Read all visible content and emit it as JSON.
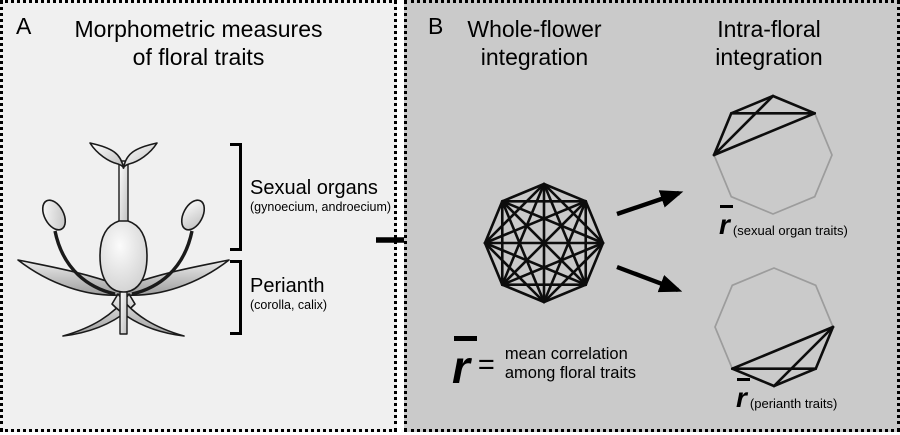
{
  "figure": {
    "colors": {
      "panel_a_bg": "#f0f0f0",
      "panel_b_bg": "#cacaca",
      "ink": "#0d0d0d",
      "gray_outline": "#9c9c9c"
    },
    "panel_a": {
      "label": "A",
      "title": "Morphometric measures\nof floral traits",
      "illustration": "stylized-flower",
      "brackets": {
        "sexual": {
          "label": "Sexual organs",
          "sublabel": "(gynoecium, androecium)"
        },
        "perianth": {
          "label": "Perianth",
          "sublabel": "(corolla, calix)"
        }
      }
    },
    "panel_b": {
      "label": "B",
      "headings": {
        "whole_flower": "Whole-flower\nintegration",
        "intra_floral": "Intra-floral\nintegration"
      },
      "equation": {
        "symbol": "r",
        "equals": "=",
        "definition": "mean correlation\namong floral traits"
      },
      "network_labels": {
        "sexual": {
          "symbol": "r",
          "subscript": "(sexual organ traits)"
        },
        "perianth": {
          "symbol": "r",
          "subscript": "(perianth traits)"
        }
      },
      "networks": [
        {
          "id": "whole",
          "nodes": 8,
          "type": "complete",
          "edge_color": "#0d0d0d",
          "edge_width": 2.6
        },
        {
          "id": "sexual",
          "nodes": 8,
          "type": "subset",
          "highlight": [
            6,
            7,
            0,
            1
          ],
          "outline_color": "#9c9c9c",
          "outline_width": 1.7,
          "edge_color": "#0d0d0d",
          "edge_width": 2.6
        },
        {
          "id": "perianth",
          "nodes": 8,
          "type": "subset",
          "highlight": [
            2,
            3,
            4,
            5
          ],
          "outline_color": "#9c9c9c",
          "outline_width": 1.7,
          "edge_color": "#0d0d0d",
          "edge_width": 2.6
        }
      ]
    }
  }
}
